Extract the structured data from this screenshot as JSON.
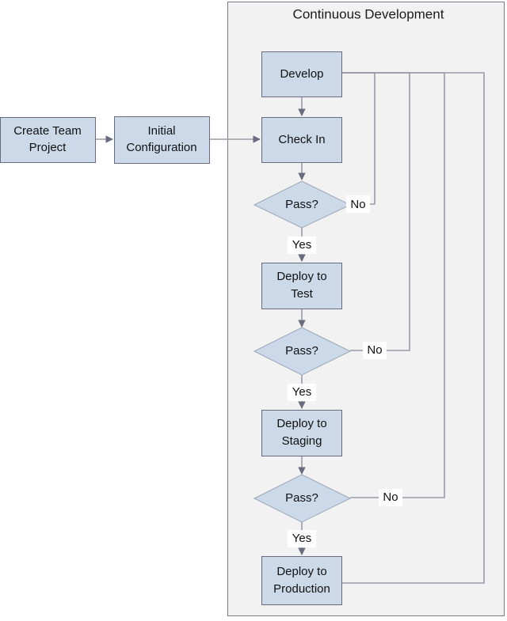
{
  "diagram": {
    "type": "flowchart",
    "title": "Continuous Development",
    "colors": {
      "node_fill": "#ccd9e8",
      "node_stroke": "#6b6b7f",
      "group_fill": "#f2f2f2",
      "group_stroke": "#7a7a8c",
      "edge_stroke": "#9a9aab",
      "text": "#111111",
      "label_bg": "#ffffff"
    },
    "group": {
      "label": "Continuous Development"
    },
    "nodes": [
      {
        "id": "create-team-project",
        "label": "Create Team Project",
        "line1": "Create Team",
        "line2": "Project",
        "shape": "box"
      },
      {
        "id": "initial-configuration",
        "label": "Initial Configuration",
        "line1": "Initial",
        "line2": "Configuration",
        "shape": "box"
      },
      {
        "id": "develop",
        "label": "Develop",
        "line1": "Develop",
        "line2": "",
        "shape": "box"
      },
      {
        "id": "check-in",
        "label": "Check In",
        "line1": "Check In",
        "line2": "",
        "shape": "box"
      },
      {
        "id": "pass-checkin",
        "label": "Pass?",
        "line1": "Pass?",
        "line2": "",
        "shape": "diamond"
      },
      {
        "id": "deploy-to-test",
        "label": "Deploy to Test",
        "line1": "Deploy to",
        "line2": "Test",
        "shape": "box"
      },
      {
        "id": "pass-test",
        "label": "Pass?",
        "line1": "Pass?",
        "line2": "",
        "shape": "diamond"
      },
      {
        "id": "deploy-to-staging",
        "label": "Deploy to Staging",
        "line1": "Deploy to",
        "line2": "Staging",
        "shape": "box"
      },
      {
        "id": "pass-staging",
        "label": "Pass?",
        "line1": "Pass?",
        "line2": "",
        "shape": "diamond"
      },
      {
        "id": "deploy-to-production",
        "label": "Deploy to Production",
        "line1": "Deploy to",
        "line2": "Production",
        "shape": "box"
      }
    ],
    "edge_labels": {
      "no_checkin": "No",
      "yes_checkin": "Yes",
      "no_test": "No",
      "yes_test": "Yes",
      "no_staging": "No",
      "yes_staging": "Yes"
    }
  }
}
